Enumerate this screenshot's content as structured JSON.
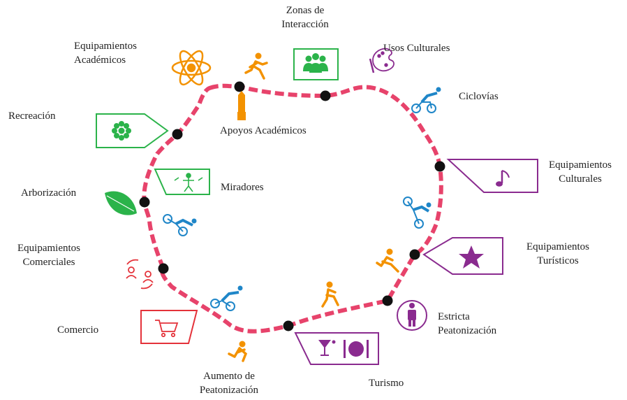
{
  "colors": {
    "route": "#e7436b",
    "node": "#111111",
    "green": "#2bb34a",
    "purple": "#8a2b8f",
    "orange": "#f39200",
    "blue": "#1f86c8",
    "red": "#e4323a"
  },
  "labels": {
    "zonas_interaccion": [
      "Zonas de",
      "Interacción"
    ],
    "usos_culturales": "Usos Culturales",
    "equip_academicos": [
      "Equipamientos",
      "Académicos"
    ],
    "ciclovias": "Ciclovías",
    "recreacion": "Recreación",
    "apoyos_academicos": "Apoyos Académicos",
    "equip_culturales": [
      "Equipamientos",
      "Culturales"
    ],
    "arborizacion": "Arborización",
    "miradores": "Miradores",
    "equip_comerciales": [
      "Equipamientos",
      "Comerciales"
    ],
    "equip_turisticos": [
      "Equipamientos",
      "Turísticos"
    ],
    "comercio": "Comercio",
    "estricta_peatonizacion": [
      "Estricta",
      "Peatonización"
    ],
    "aumento_peatonizacion": [
      "Aumento de",
      "Peatonización"
    ],
    "turismo": "Turismo"
  },
  "icons": [
    "atom-icon",
    "runner-icon",
    "group-icon",
    "palette-icon",
    "cyclist-icon",
    "flower-icon",
    "pencil-icon",
    "music-note-icon",
    "viewpoint-icon",
    "leaf-icon",
    "star-icon",
    "exchange-icon",
    "shopping-cart-icon",
    "person-icon",
    "dining-icon"
  ]
}
